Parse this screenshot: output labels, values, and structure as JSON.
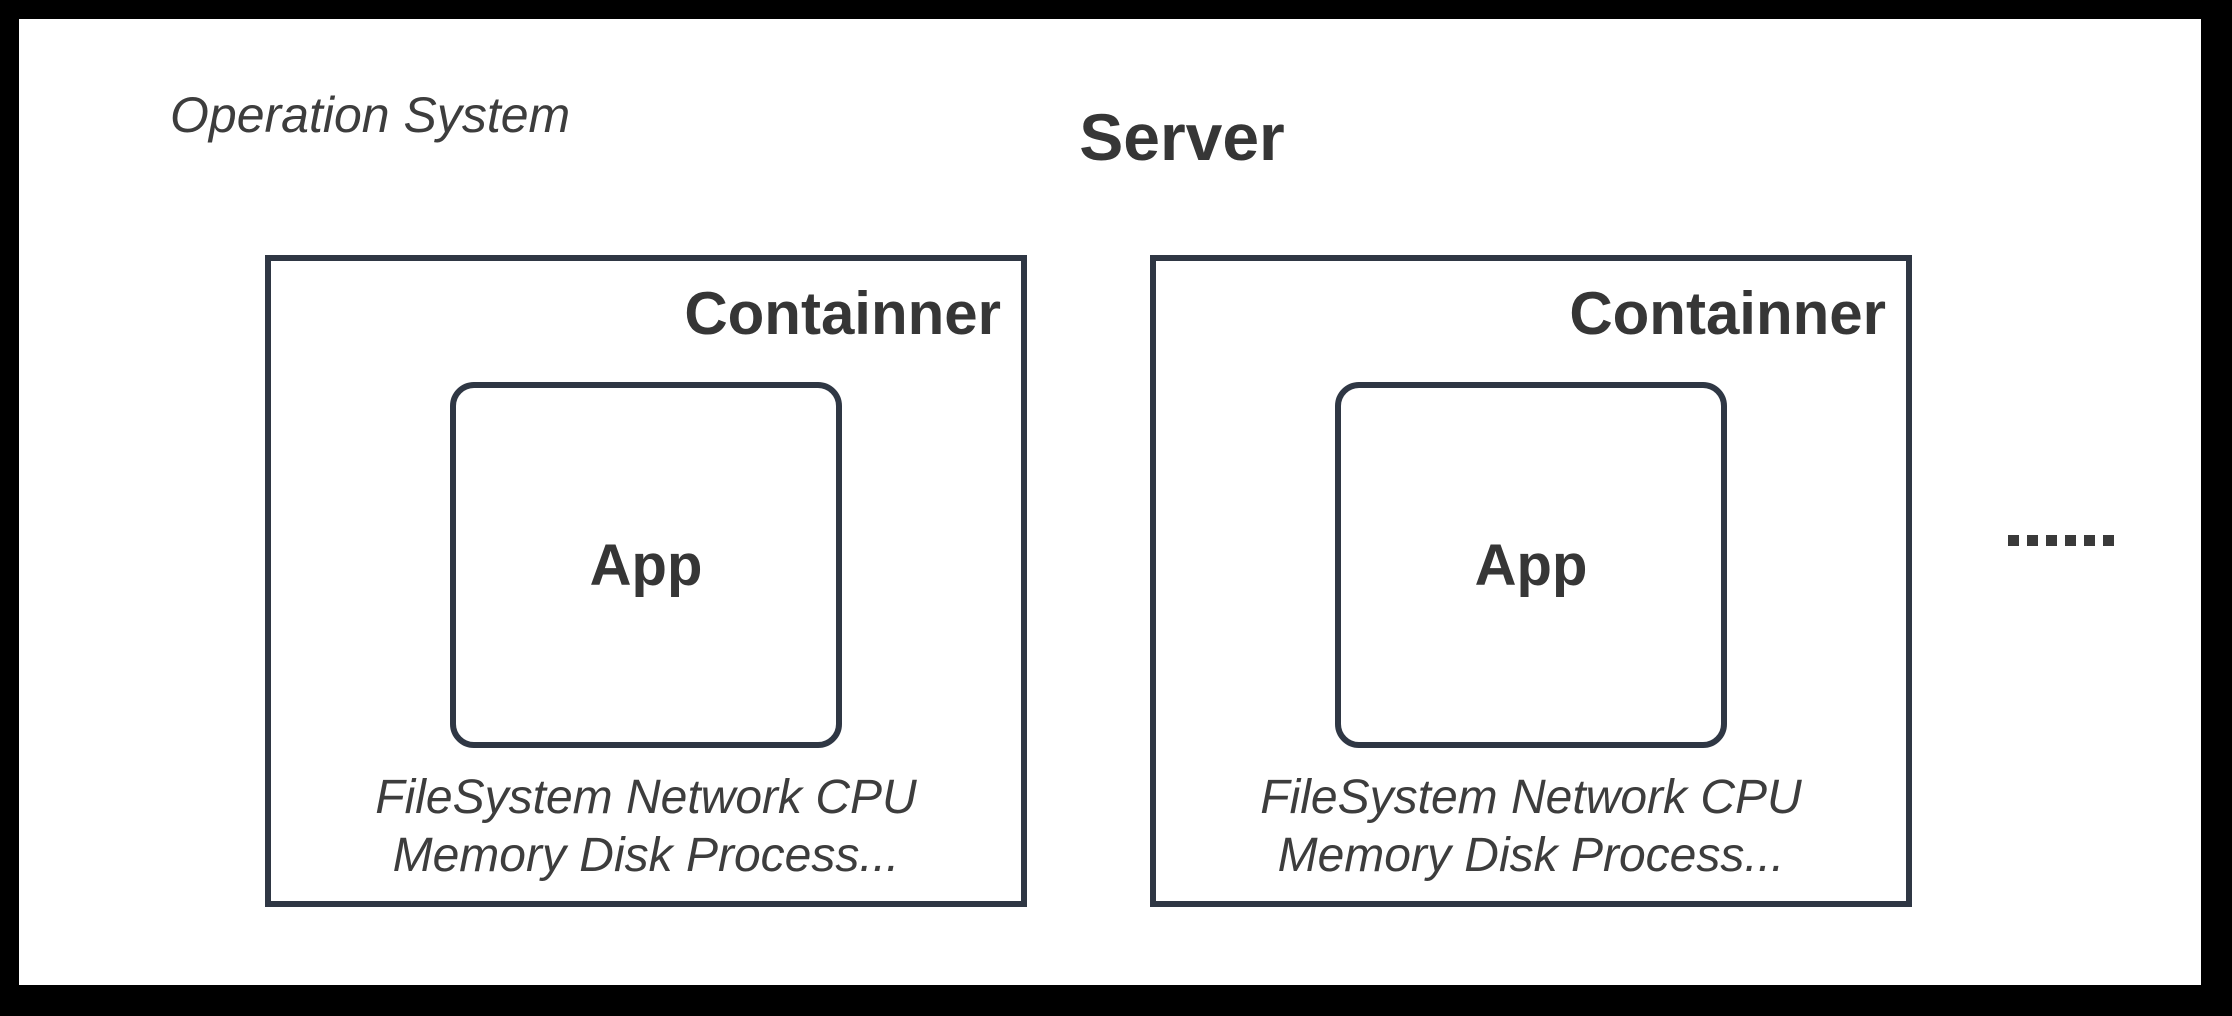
{
  "diagram": {
    "os_label": "Operation System",
    "server_title": "Server",
    "containers": [
      {
        "title": "Containner",
        "app": "App",
        "resources_line1": "FileSystem Network CPU",
        "resources_line2": "Memory Disk Process..."
      },
      {
        "title": "Containner",
        "app": "App",
        "resources_line1": "FileSystem Network CPU",
        "resources_line2": "Memory Disk Process..."
      }
    ],
    "ellipsis": "......",
    "colors": {
      "frame": "#000000",
      "background": "#ffffff",
      "box_border": "#2f3744",
      "heading_text": "#363636",
      "italic_text": "#3d3d3d"
    }
  }
}
